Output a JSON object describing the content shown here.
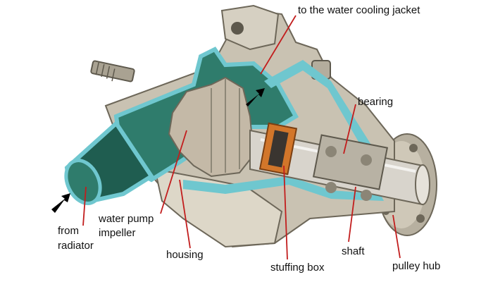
{
  "diagram": {
    "labels": {
      "to_jacket": "to the water cooling jacket",
      "bearing": "bearing",
      "impeller_line1": "water pump",
      "impeller_line2": "impeller",
      "from_line1": "from",
      "from_line2": "radiator",
      "housing": "housing",
      "shaft": "shaft",
      "stuffing_box": "stuffing box",
      "pulley_hub": "pulley hub"
    },
    "colors": {
      "water": "#2f7c6c",
      "water_dark": "#1f5d50",
      "cut_face": "#6fc7cf",
      "metal": "#c9c2b2",
      "metal_dark": "#8d8777",
      "shaft": "#d8d4cc",
      "seal": "#d2762a",
      "leader": "#c21d1d"
    }
  }
}
